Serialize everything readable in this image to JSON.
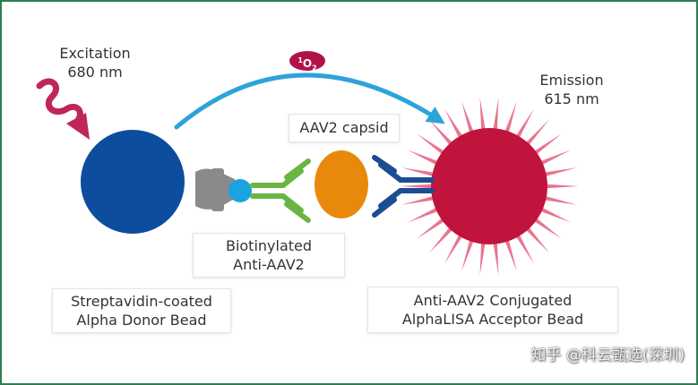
{
  "labels": {
    "excitation_line1": "Excitation",
    "excitation_line2": "680 nm",
    "emission_line1": "Emission",
    "emission_line2": "615 nm",
    "singlet_oxygen_sup": "1",
    "singlet_oxygen_main": "O",
    "singlet_oxygen_sub": "2",
    "capsid": "AAV2 capsid",
    "biotin_line1": "Biotinylated",
    "biotin_line2": "Anti-AAV2",
    "donor_line1": "Streptavidin-coated",
    "donor_line2": "Alpha Donor Bead",
    "acceptor_line1": "Anti-AAV2 Conjugated",
    "acceptor_line2": "AlphaLISA Acceptor Bead"
  },
  "watermark": "知乎 @科云甄选(深圳)",
  "colors": {
    "frame_border": "#2e7d52",
    "donor_bead": "#0d4d9e",
    "acceptor_bead": "#c0143c",
    "acceptor_rays": "#e8758f",
    "excitation_wave": "#c0265a",
    "transfer_arrow": "#2da3d9",
    "singlet_oxygen_badge": "#b2124a",
    "streptavidin": "#8a8a8a",
    "biotin": "#1ba3df",
    "antibody_green": "#6ab443",
    "capsid": "#e8890c",
    "antibody_blue": "#1c4d93"
  },
  "icons": {
    "excitation": "wavy-arrow-icon",
    "transfer": "curved-arrow-icon"
  }
}
